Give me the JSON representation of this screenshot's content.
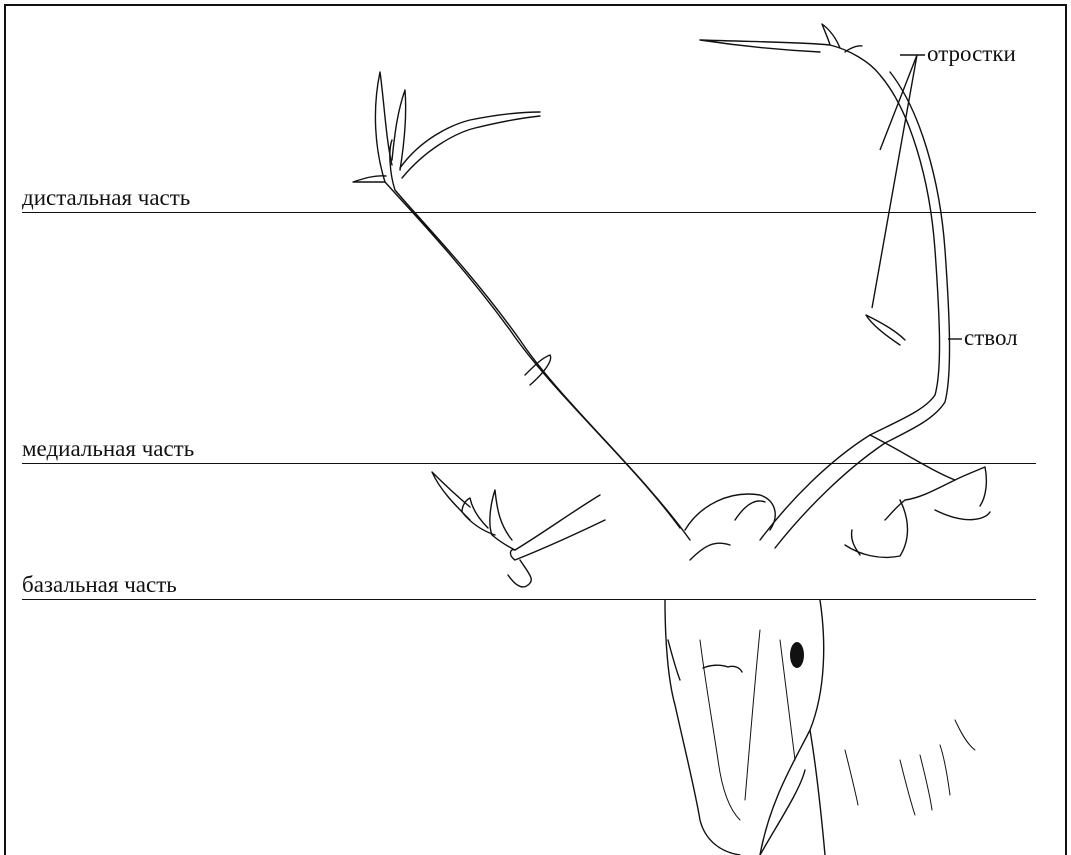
{
  "zones": {
    "distal": "дистальная часть",
    "medial": "медиальная часть",
    "basal": "базальная часть"
  },
  "parts": {
    "tines": "отростки",
    "beam": "ствол"
  }
}
